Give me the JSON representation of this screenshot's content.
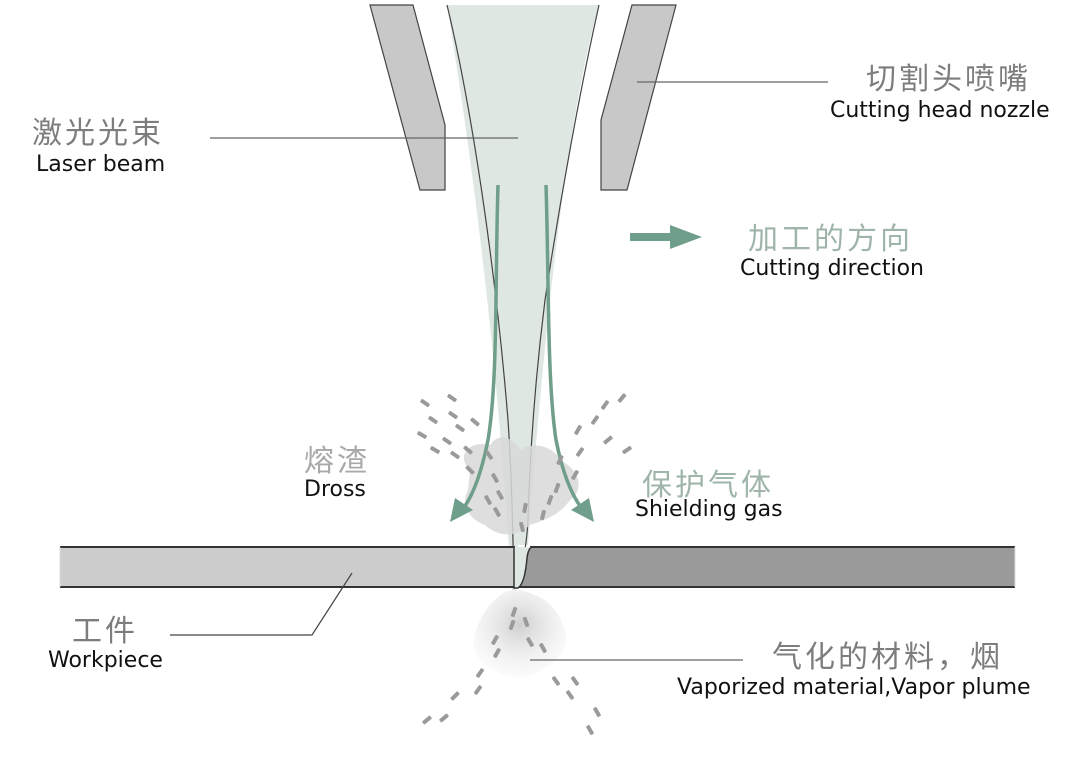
{
  "title": "Laser cutting process diagram",
  "colors": {
    "beam_fill": "#dfe7e3",
    "nozzle_fill": "#c8c8c8",
    "gas_arrow": "#6f9e8a",
    "workpiece_left": "#cccccc",
    "workpiece_right": "#9a9a9a",
    "particle": "#9a9a9a",
    "plume": "#d6d6d6"
  },
  "labels": {
    "laser_beam": {
      "zh": "激光光束",
      "en": "Laser beam"
    },
    "nozzle": {
      "zh": "切割头喷嘴",
      "en": "Cutting head nozzle"
    },
    "direction": {
      "zh": "加工的方向",
      "en": "Cutting direction"
    },
    "dross": {
      "zh": "熔渣",
      "en": "Dross"
    },
    "shielding_gas": {
      "zh": "保护气体",
      "en": "Shielding gas"
    },
    "workpiece": {
      "zh": "工件",
      "en": "Workpiece"
    },
    "vapor": {
      "zh": "气化的材料，烟",
      "en": "Vaporized material,Vapor plume"
    }
  }
}
